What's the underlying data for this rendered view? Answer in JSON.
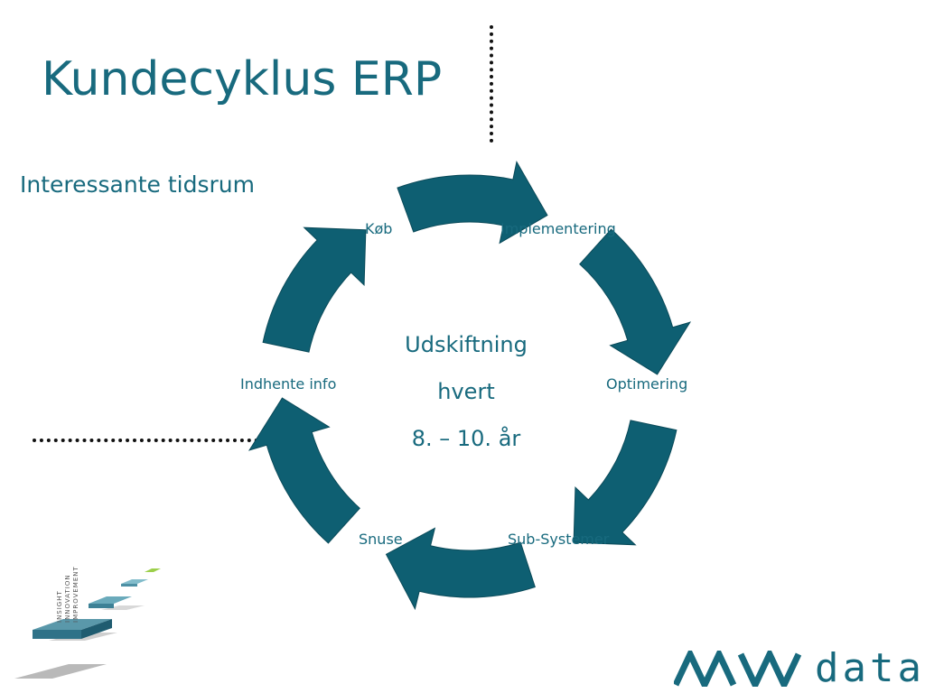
{
  "title": "Kundecyklus ERP",
  "subtitle": "Interessante tidsrum",
  "cycle": {
    "stages": [
      "Køb",
      "Implementering",
      "Optimering",
      "Sub-Systemer",
      "Snuse",
      "Indhente info"
    ],
    "center": [
      "Udskiftning",
      "hvert",
      "8. – 10. år"
    ],
    "arrow_color": "#0e5f72"
  },
  "decoration": {
    "tagline": [
      "INSIGHT",
      "INNOVATION",
      "IMPROVEMENT"
    ]
  },
  "logo": {
    "brand": "data",
    "color": "#186a7e"
  }
}
